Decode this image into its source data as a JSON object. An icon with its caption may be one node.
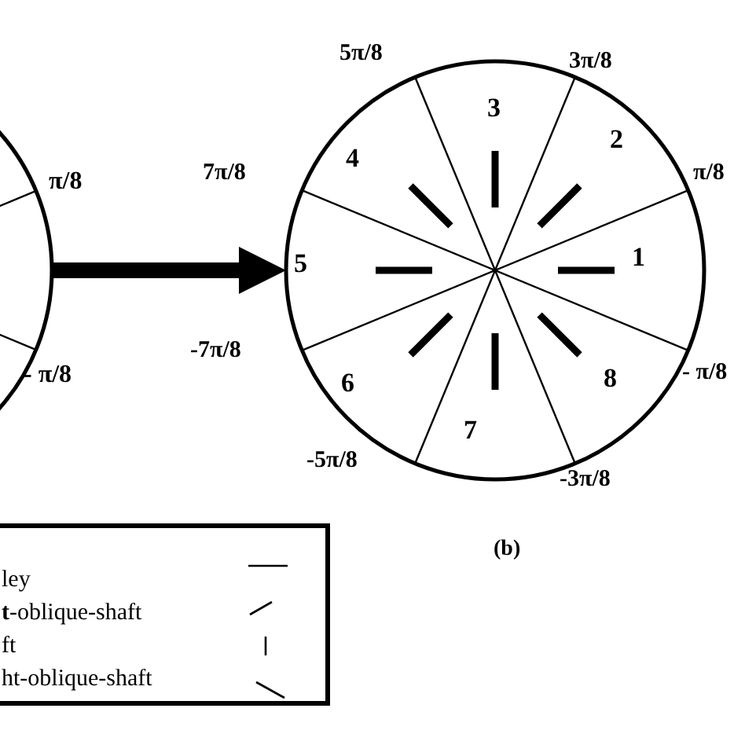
{
  "diagram": {
    "nodes": [
      {
        "text": [],
        "shape": "circle"
      },
      {
        "text": [],
        "shape": "circle"
      }
    ],
    "edges": [
      {
        "from": 0,
        "to": 1,
        "arrow": "to"
      }
    ],
    "labels": [
      "π/8",
      "- π/8",
      "5π/8",
      "3π/8",
      "3",
      "7π/8",
      "4",
      "2",
      "π/8",
      "5",
      "1",
      "-7π/8",
      "6",
      "8",
      "- π/8",
      "7",
      "-5π/8",
      "-3π/8",
      "(b)"
    ],
    "legend": [
      {
        "text": "ley"
      },
      {
        "text": "**t**-oblique-shaft"
      },
      {
        "text": "ft"
      },
      {
        "text": "ht-oblique-shaft"
      }
    ]
  }
}
